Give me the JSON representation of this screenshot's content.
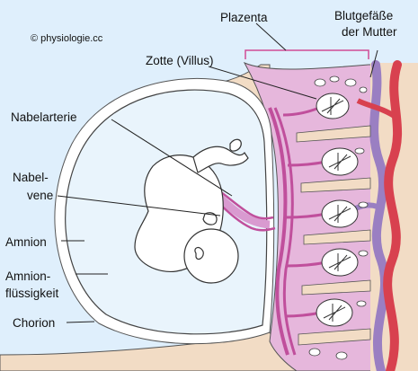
{
  "copyright": "© physiologie.cc",
  "labels": {
    "plazenta": "Plazenta",
    "blutgefaesse_1": "Blutgefäße",
    "blutgefaesse_2": "der Mutter",
    "zotte": "Zotte (Villus)",
    "nabelarterie": "Nabelarterie",
    "nabelvene_1": "Nabel-",
    "nabelvene_2": "vene",
    "amnion": "Amnion",
    "amnionfluessigkeit_1": "Amnion-",
    "amnionfluessigkeit_2": "flüssigkeit",
    "chorion": "Chorion"
  },
  "colors": {
    "background": "#dfeffc",
    "uterus_wall": "#f2dcc5",
    "placenta_tissue": "#e6b7dc",
    "maternal_artery": "#d8414f",
    "maternal_vein": "#9a7fc2",
    "umbilical_vessels": "#c04f9c",
    "amniotic_fluid": "#e9f4fc",
    "fetus": "#ffffff",
    "bracket": "#d04b95"
  }
}
